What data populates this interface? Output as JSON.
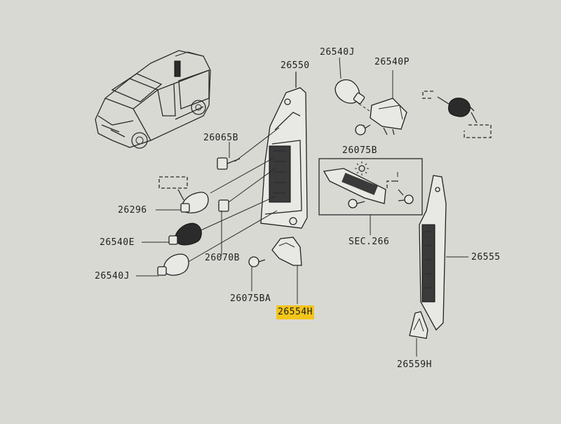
{
  "diagram": {
    "labels": {
      "p26550": "26550",
      "p26540J_top": "26540J",
      "p26540P": "26540P",
      "p26065B": "26065B",
      "p26075B": "26075B",
      "p26296": "26296",
      "p26540E": "26540E",
      "p26070B": "26070B",
      "p26540J_bottom": "26540J",
      "p26075BA": "26075BA",
      "p26554H": "26554H",
      "sec266": "SEC.266",
      "p26555": "26555",
      "p26559H": "26559H"
    },
    "colors": {
      "paper": "#d9d9d4",
      "line": "#2a2a2a",
      "highlight": "#f3c51b"
    },
    "icons": [
      "van-illustration",
      "light-bulb-icon",
      "dashed-bracket-icon",
      "sun-icon"
    ]
  }
}
